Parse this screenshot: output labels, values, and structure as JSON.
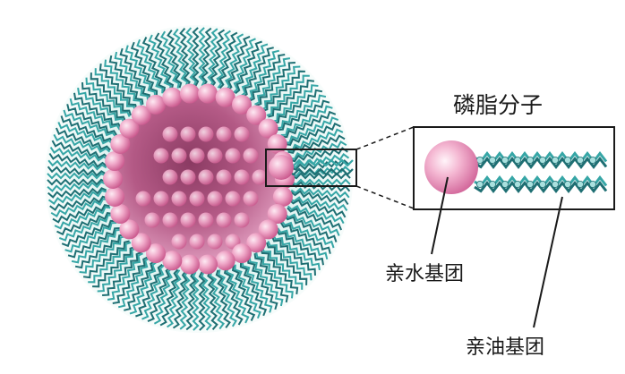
{
  "labels": {
    "molecule_title": "磷脂分子",
    "hydrophilic_group": "亲水基团",
    "lipophilic_group": "亲油基团"
  },
  "colors": {
    "head_pink": "#e78cb6",
    "head_highlight": "#fbe3ef",
    "tail_teal": "#36a6a6",
    "tail_dark": "#1e6f73",
    "tail_light": "#a9e0de",
    "interior": "#b0527c",
    "line": "#1a1a1a"
  },
  "icons": {
    "liposome": "liposome-sphere-illustration",
    "phospholipid": "phospholipid-molecule-illustration"
  }
}
